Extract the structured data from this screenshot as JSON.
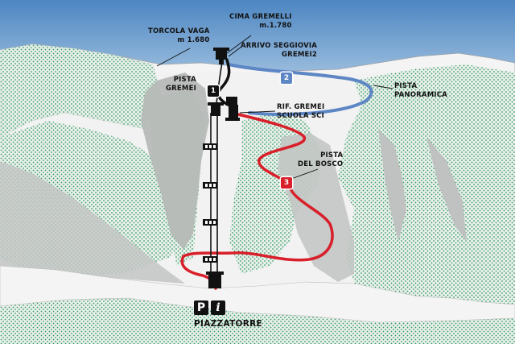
{
  "labels": {
    "cima_name": "CIMA GREMELLI",
    "cima_alt": "m.1.780",
    "torcola_name": "TORCOLA VAGA",
    "torcola_alt": "m 1.680",
    "arrivo_line1": "ARRIVO SEGGIOVIA",
    "arrivo_line2": "GREMEI2",
    "pista_gremei_line1": "PISTA",
    "pista_gremei_line2": "GREMEI",
    "pista_panoramica_line1": "PISTA",
    "pista_panoramica_line2": "PANORAMICA",
    "rif_line1": "RIF. GREMEI",
    "rif_line2": "SCUOLA SCI",
    "pista_bosco_line1": "PISTA",
    "pista_bosco_line2": "DEL BOSCO",
    "piazzatorre": "PIAZZATORRE"
  },
  "badges": {
    "gremei_num": "1",
    "panoramica_num": "2",
    "bosco_num": "3"
  },
  "services": {
    "parking": "P",
    "info": "i"
  },
  "colors": {
    "sky": "#5a8fc8",
    "forest_dot": "#2f9a5a",
    "rock": "#b5b8b6",
    "snow": "#f2f2f2",
    "blue_run": "#5d86c4",
    "red_run": "#d81f2a",
    "black_run": "#111111"
  },
  "icons": {
    "lift_station": "chairlift-station-icon",
    "chair": "chair-icon"
  }
}
